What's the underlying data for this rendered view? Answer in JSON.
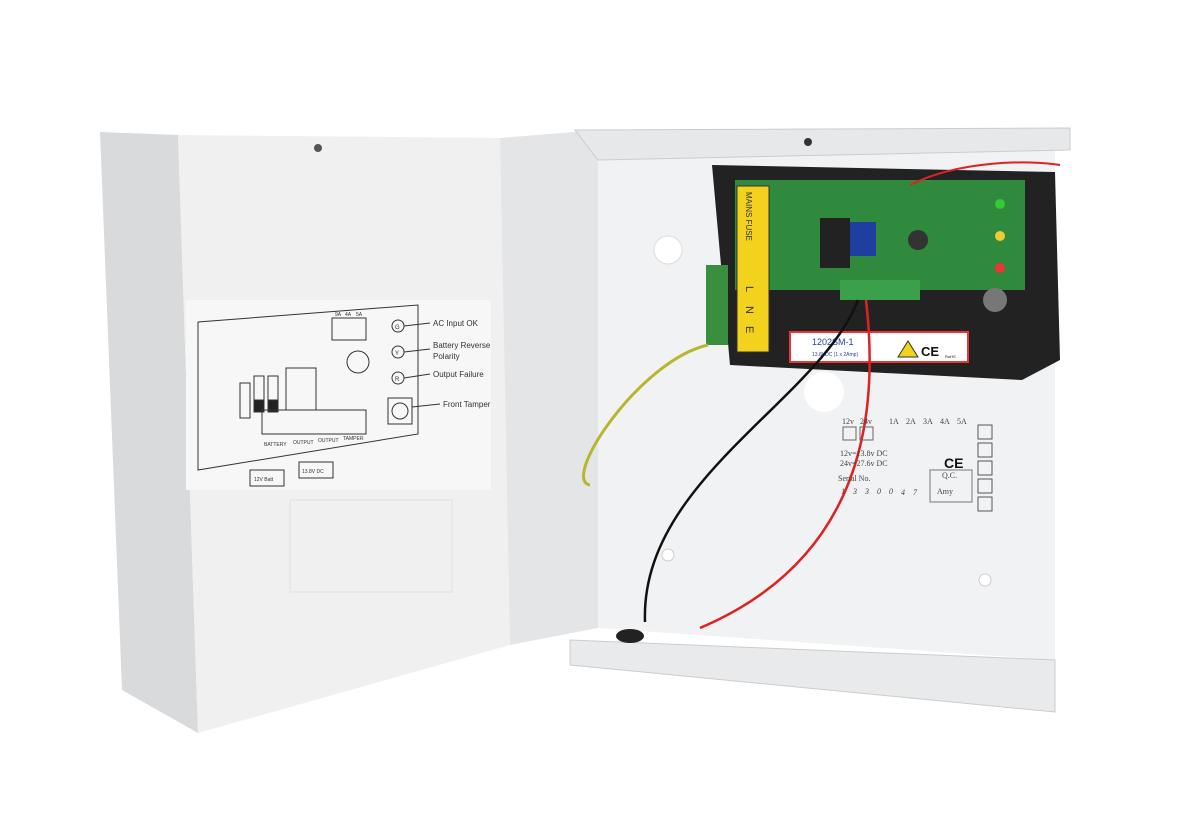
{
  "door_diagram": {
    "indicators": [
      "AC Input OK",
      "Battery Reverse",
      "Polarity",
      "Output Failure",
      "Front Tamper"
    ],
    "led_letters": [
      "G",
      "Y",
      "R"
    ],
    "terminals": [
      "BATTERY",
      "OUTPUT",
      "OUTPUT",
      "TAMPER"
    ],
    "fuse_labels": [
      "9A",
      "4A",
      "5A"
    ],
    "battery_box": "12V Batt",
    "output_box": "13.8V DC"
  },
  "pcb": {
    "fuse_label": "MAINS FUSE",
    "mains_letters": [
      "L",
      "N",
      "E"
    ]
  },
  "product_label": {
    "model": "1202SM-1",
    "rating": "13.8VDC (1 x 2Amp)",
    "ce": "CE",
    "rohs": "RoHS"
  },
  "qc_sticker": {
    "voltages": [
      "12v",
      "24v"
    ],
    "currents": [
      "1A",
      "2A",
      "3A",
      "4A",
      "5A"
    ],
    "line1": "12v=13.8v DC",
    "line2": "24v=27.6v DC",
    "serial_label": "Serial No.",
    "serial_digits": [
      "1",
      "3",
      "3",
      "0",
      "0",
      "4",
      "7"
    ],
    "qc_label": "Q.C.",
    "qc_name": "Amy",
    "ce": "CE"
  }
}
